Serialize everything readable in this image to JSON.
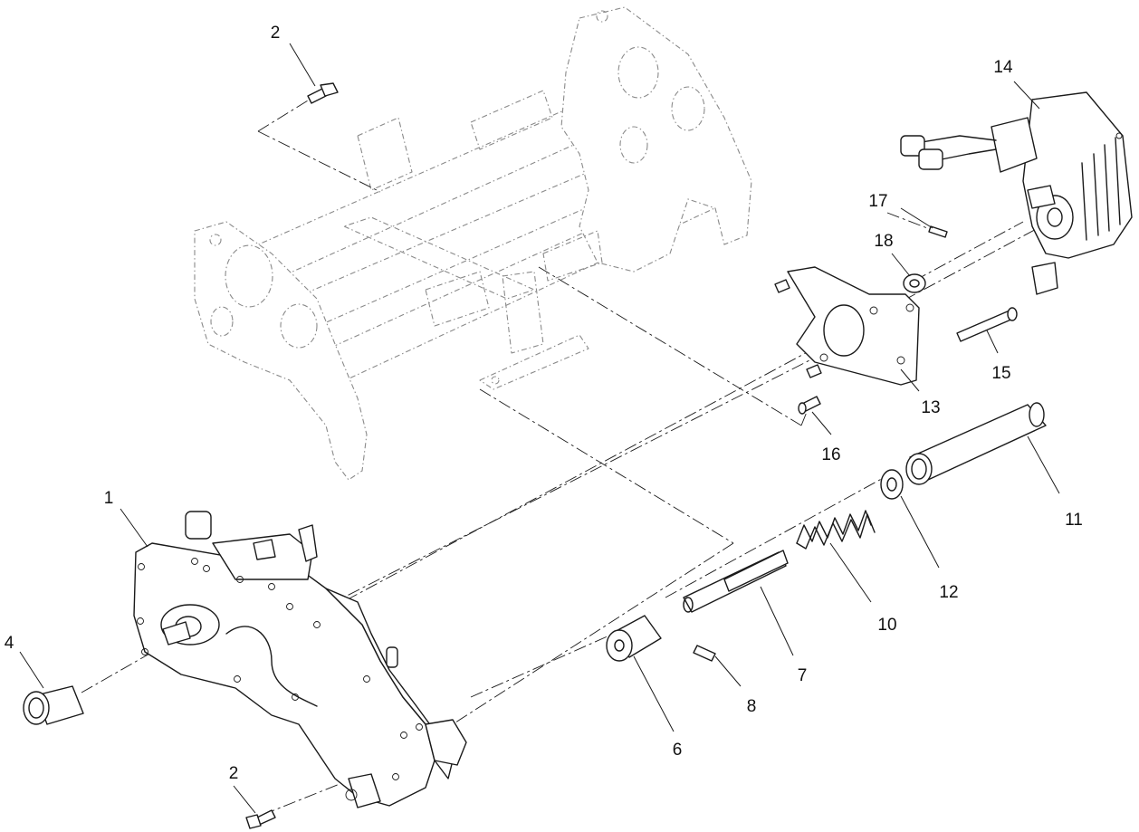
{
  "diagram": {
    "callouts": [
      {
        "id": "c1",
        "label": "1"
      },
      {
        "id": "c2a",
        "label": "2"
      },
      {
        "id": "c2b",
        "label": "2"
      },
      {
        "id": "c4",
        "label": "4"
      },
      {
        "id": "c6",
        "label": "6"
      },
      {
        "id": "c7",
        "label": "7"
      },
      {
        "id": "c8",
        "label": "8"
      },
      {
        "id": "c10",
        "label": "10"
      },
      {
        "id": "c11",
        "label": "11"
      },
      {
        "id": "c12",
        "label": "12"
      },
      {
        "id": "c13",
        "label": "13"
      },
      {
        "id": "c14",
        "label": "14"
      },
      {
        "id": "c15",
        "label": "15"
      },
      {
        "id": "c16",
        "label": "16"
      },
      {
        "id": "c17",
        "label": "17"
      },
      {
        "id": "c18",
        "label": "18"
      }
    ],
    "colors": {
      "ink": "#1a1a1a",
      "phantom": "#8a8a8a",
      "background": "#ffffff"
    }
  }
}
